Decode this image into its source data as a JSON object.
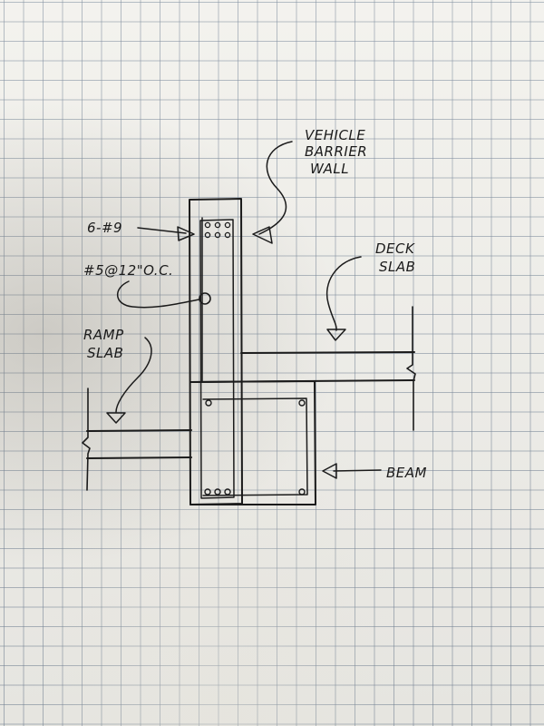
{
  "diagram": {
    "labels": {
      "vehicle_barrier_wall": [
        "VEHICLE",
        "BARRIER",
        "WALL"
      ],
      "bars_6_9": "6-#9",
      "bar_5_12_oc": "#5@12\"O.C.",
      "deck_slab": [
        "DECK",
        "SLAB"
      ],
      "ramp_slab": [
        "RAMP",
        "SLAB"
      ],
      "beam": "BEAM"
    },
    "colors": {
      "ink": "#1b1b1b",
      "paper": "#f2f1ec",
      "grid": "#7382a0"
    }
  }
}
